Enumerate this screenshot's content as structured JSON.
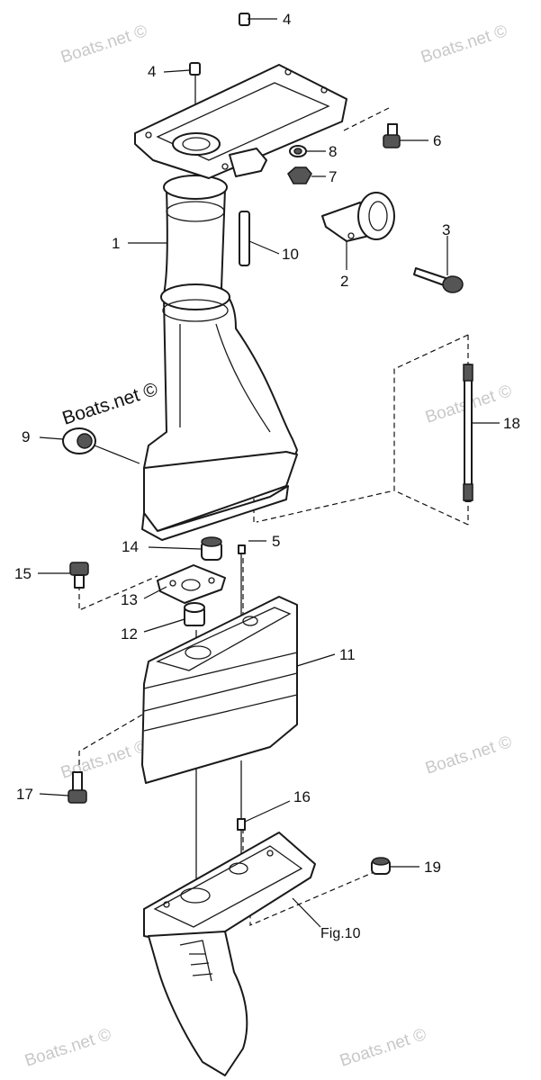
{
  "callouts": {
    "c1": "1",
    "c2": "2",
    "c3": "3",
    "c4_top": "4",
    "c4": "4",
    "c5": "5",
    "c6": "6",
    "c7": "7",
    "c8": "8",
    "c9": "9",
    "c10": "10",
    "c11": "11",
    "c12": "12",
    "c13": "13",
    "c14": "14",
    "c15": "15",
    "c16": "16",
    "c17": "17",
    "c18": "18",
    "c19": "19"
  },
  "figure_reference": "Fig.10",
  "watermarks": {
    "w1": "Boats.net ©",
    "w2": "Boats.net ©",
    "w3": "Boats.net ©",
    "w4": "Boats.net ©",
    "w5": "Boats.net ©",
    "w6": "Boats.net ©",
    "w7": "Boats.net ©",
    "w8": "Boats.net ©"
  },
  "colors": {
    "line": "#1a1a1a",
    "watermark": "#c8c8c8",
    "background": "#ffffff"
  }
}
